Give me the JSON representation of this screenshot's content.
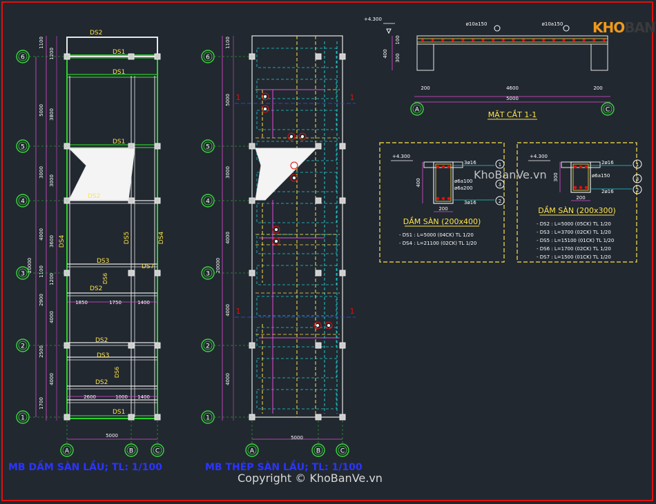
{
  "logo": {
    "part1": "KHO",
    "part2": "BANVE"
  },
  "watermark": "KhoBanVe.vn",
  "copyright": "Copyright © KhoBanVe.vn",
  "plan1": {
    "title": "MB DẦM SÀN LẦU; TL: 1/100",
    "axes_rows": [
      "6",
      "5",
      "4",
      "3",
      "2",
      "1"
    ],
    "axes_cols": [
      "A",
      "B",
      "C"
    ],
    "beams": [
      "DS2",
      "DS1",
      "DS1",
      "DS1",
      "DS2",
      "DS3",
      "DS7",
      "DS2",
      "DS2",
      "DS3",
      "DS2",
      "DS1"
    ],
    "beam_vert": [
      "DS4",
      "DS5",
      "DS4",
      "DS6",
      "DS6"
    ],
    "dims_left": [
      "1100",
      "1200",
      "5000",
      "3800",
      "3000",
      "3000",
      "4000",
      "3600",
      "1100",
      "1200",
      "2900",
      "4000",
      "2500",
      "4000",
      "1700"
    ],
    "total_left": "20000",
    "dims_h1": [
      "1850",
      "1750",
      "1400"
    ],
    "dims_h2": [
      "2600",
      "1000",
      "1400"
    ],
    "width": "5000"
  },
  "plan2": {
    "title": "MB THÉP SÀN LẦU; TL: 1/100",
    "axes_rows": [
      "6",
      "5",
      "4",
      "3",
      "2",
      "1"
    ],
    "axes_cols": [
      "A",
      "B",
      "C"
    ],
    "dims_left": [
      "1100",
      "5000",
      "3000",
      "4000",
      "4000",
      "4000"
    ],
    "total_left": "20000",
    "width": "5000",
    "cut_mark": "1"
  },
  "section": {
    "title": "MẶT CẮT 1-1",
    "level": "+4.300",
    "rebar1": "ø10a150",
    "rebar2": "ø10a150",
    "dims_v": [
      "100",
      "300",
      "400"
    ],
    "dims_h": [
      "200",
      "4600",
      "200"
    ],
    "span": "5000",
    "axis_left": "A",
    "axis_right": "C"
  },
  "beam400": {
    "title": "DẦM SÀN (200x400)",
    "level": "+4.300",
    "rebar_top": "3ø16",
    "rebar_stir": "ø6a100",
    "rebar_stir2": "ø6a200",
    "rebar_bot": "3ø16",
    "height": "400",
    "width": "200",
    "markers": [
      "1",
      "3",
      "2"
    ],
    "notes": [
      "- DS1 :  L=5000 (04CK) TL 1/20",
      "- DS4 :  L=21100 (02CK) TL 1/20"
    ]
  },
  "beam300": {
    "title": "DẦM SÀN (200x300)",
    "level": "+4.300",
    "rebar_top": "2ø16",
    "rebar_stir": "ø6a150",
    "rebar_bot": "2ø16",
    "height": "300",
    "width": "200",
    "markers": [
      "1",
      "3",
      "2"
    ],
    "notes": [
      "- DS2 :  L=5000 (05CK) TL 1/20",
      "- DS3 :  L=3700 (02CK) TL 1/20",
      "- DS5 :  L=15100 (01CK) TL 1/20",
      "- DS6 :  L=1700 (02CK) TL 1/20",
      "- DS7 :  L=1500 (01CK) TL 1/20"
    ]
  }
}
